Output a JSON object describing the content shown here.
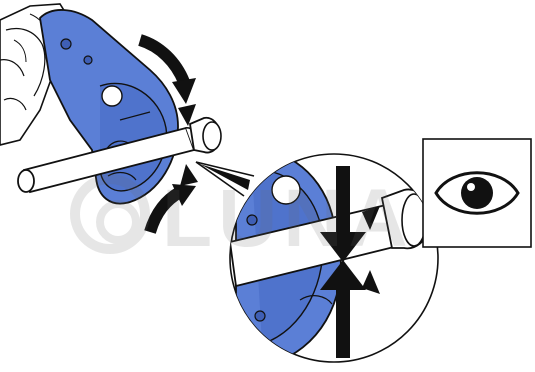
{
  "figure": {
    "colors": {
      "tool_blue": "#5b7fd6",
      "tool_blue_dark": "#3f5fb5",
      "outline": "#111111",
      "pipe": "#ffffff",
      "arrow": "#111111",
      "background": "#ffffff"
    },
    "icons": [
      "eye-icon",
      "pipe",
      "press-jaw",
      "magnifier-detail",
      "rotation-arrow",
      "gap-closing-arrows"
    ],
    "watermark": {
      "text": "LUNA"
    }
  }
}
